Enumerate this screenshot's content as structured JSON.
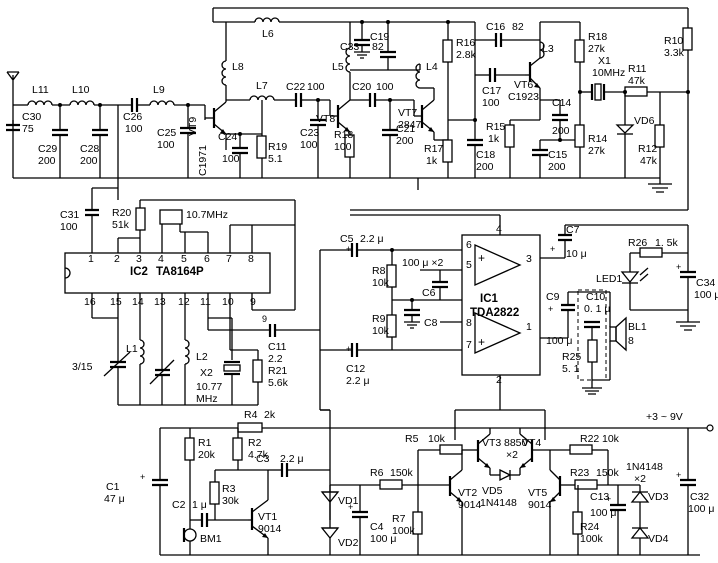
{
  "labels": {
    "L11": "L11",
    "L10": "L10",
    "L9": "L9",
    "L8": "L8",
    "L6": "L6",
    "L7": "L7",
    "L5": "L5",
    "L4": "L4",
    "L3": "L3",
    "L1": "L1",
    "L2": "L2",
    "C30": "C30",
    "C30v": "75",
    "C29": "C29",
    "C29v": "200",
    "C28": "C28",
    "C28v": "200",
    "C26": "C26",
    "C26v": "100",
    "C25": "C25",
    "C25v": "100",
    "C24": "C24",
    "C24v": "100",
    "C22": "C22",
    "C22v": "100",
    "C23": "C23",
    "C23v": "100",
    "C33": "C33",
    "C19": "C19",
    "C19v": "82",
    "C20": "C20",
    "C20v": "100",
    "C21": "C21",
    "C21v": "200",
    "C16": "C16",
    "C16v": "82",
    "C17": "C17",
    "C17v": "100",
    "C18": "C18",
    "C18v": "200",
    "C14": "C14",
    "C14v": "200",
    "C15": "C15",
    "C15v": "200",
    "R19": "R19",
    "R19v": "5.1",
    "R18": "R18",
    "R18v": "100",
    "R16": "R16",
    "R16v": "2.8k",
    "R17": "R17",
    "R17v": "1k",
    "R15": "R15",
    "R15v": "1k",
    "R18b": "R18",
    "R18bv": "27k",
    "R14": "R14",
    "R14v": "27k",
    "R10": "R10",
    "R10v": "3.3k",
    "R11": "R11",
    "R11v": "47k",
    "R12": "R12",
    "R12v": "47k",
    "X1": "X1",
    "X1v": "10MHz",
    "VD6": "VD6",
    "VT9": "VT9",
    "VT9v": "C1971",
    "VT8": "VT8",
    "VT7": "VT7",
    "VT7v": "2847",
    "VT6": "VT6",
    "VT6v": "C1923",
    "C31": "C31",
    "C31v": "100",
    "R20": "R20",
    "R20v": "51k",
    "F107": "10.7MHz",
    "IC2": "IC2",
    "IC2v": "TA8164P",
    "p1": "1",
    "p2": "2",
    "p3": "3",
    "p4": "4",
    "p5": "5",
    "p6": "6",
    "p7": "7",
    "p8": "8",
    "p16": "16",
    "p15": "15",
    "p14": "14",
    "p13": "13",
    "p12": "12",
    "p11": "11",
    "p10": "10",
    "p9": "9",
    "r315": "3/15",
    "X2": "X2",
    "X2v": "10.77",
    "X2u": "MHz",
    "C11": "C11",
    "C11v": "2.2",
    "R21": "R21",
    "R21v": "5.6k",
    "C5": "C5",
    "C5v": "2.2 μ",
    "R8": "R8",
    "R8v": "10k",
    "C6": "C6",
    "C6v": "100 μ ×2",
    "C8": "C8",
    "R9": "R9",
    "R9v": "10k",
    "C12": "C12",
    "C12v": "2.2 μ",
    "IC1": "IC1",
    "IC1v": "TDA2822",
    "i6": "6",
    "i4": "4",
    "i5": "5",
    "i3": "3",
    "i8": "8",
    "i7": "7",
    "i1": "1",
    "i2": "2",
    "C7": "C7",
    "C7v": "10 μ",
    "C9": "C9",
    "C9v": "100 μ",
    "C10": "C10",
    "C10v": "0. 1 μ",
    "R25": "R25",
    "R25v": "5. 1",
    "BL1": "BL1",
    "BL1v": "8",
    "R26": "R26",
    "R26v": "1. 5k",
    "LED1": "LED1",
    "C34": "C34",
    "C34v": "100 μ",
    "R4": "R4",
    "R4v": "2k",
    "Vcc": "+3 ~ 9V",
    "R1": "R1",
    "R1v": "20k",
    "R2": "R2",
    "R2v": "4.7k",
    "C3": "C3",
    "C3v": "2.2 μ",
    "C1": "C1",
    "C1v": "47 μ",
    "C2": "C2",
    "C2v": "1 μ",
    "R3": "R3",
    "R3v": "30k",
    "VT1": "VT1",
    "VT1v": "9014",
    "BM1": "BM1",
    "R5": "R5",
    "R5v": "10k",
    "VT3": "VT3",
    "V8850": "8850",
    "x2a": "×2",
    "VT4": "VT4",
    "R22": "R22",
    "R22v": "10k",
    "R6": "R6",
    "R6v": "150k",
    "VT2": "VT2",
    "VT2v": "9014",
    "VD5": "VD5",
    "VD5v": "1N4148",
    "VT5": "VT5",
    "VT5v": "9014",
    "R23": "R23",
    "R23v": "150k",
    "D1N": "1N4148",
    "x2b": "×2",
    "VD3": "VD3",
    "C13": "C13",
    "C13v": "100 μ",
    "VD1": "VD1",
    "C4": "C4",
    "C4v": "100 μ",
    "VD2": "VD2",
    "R7": "R7",
    "R7v": "100k",
    "R24": "R24",
    "R24v": "100k",
    "VD4": "VD4",
    "C32": "C32",
    "C32v": "100 μ"
  }
}
